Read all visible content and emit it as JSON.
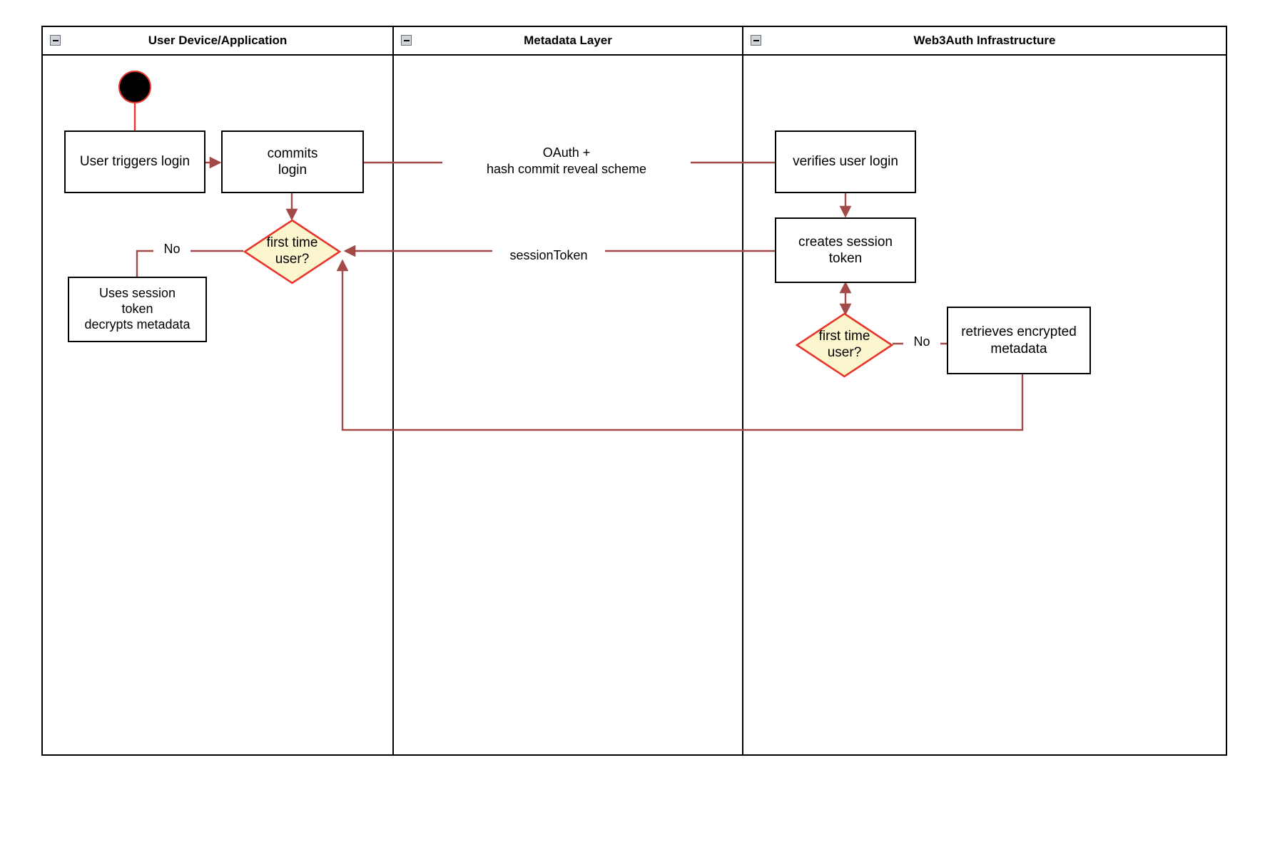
{
  "diagram": {
    "title": "Web3Auth login activity diagram",
    "colors": {
      "edge": "#a14a47",
      "decision_border": "#e8352b",
      "decision_fill": "#fbf6cd",
      "node_border": "#000000",
      "lane_border": "#000000",
      "start_fill": "#000000",
      "start_border": "#e8352b",
      "background": "#ffffff"
    },
    "lanes": [
      {
        "id": "user-device",
        "label": "User Device/Application",
        "collapse_icon": "collapse-minus-icon"
      },
      {
        "id": "metadata-layer",
        "label": "Metadata Layer",
        "collapse_icon": "collapse-minus-icon"
      },
      {
        "id": "web3auth",
        "label": "Web3Auth Infrastructure",
        "collapse_icon": "collapse-minus-icon"
      }
    ],
    "nodes": {
      "start": {
        "type": "start",
        "label": ""
      },
      "user_triggers_login": {
        "type": "action",
        "label": "User triggers login",
        "lane": "user-device"
      },
      "commits_login": {
        "type": "action",
        "label": "commits\nlogin",
        "lane": "user-device"
      },
      "first_time_user_left": {
        "type": "decision",
        "label": "first time\nuser?",
        "lane": "user-device"
      },
      "uses_session_token": {
        "type": "action",
        "label": "Uses session\ntoken\ndecrypts metadata",
        "lane": "user-device"
      },
      "verifies_user_login": {
        "type": "action",
        "label": "verifies user login",
        "lane": "web3auth"
      },
      "creates_session_token": {
        "type": "action",
        "label": "creates session\ntoken",
        "lane": "web3auth"
      },
      "first_time_user_right": {
        "type": "decision",
        "label": "first time\nuser?",
        "lane": "web3auth"
      },
      "retrieves_encrypted_metadata": {
        "type": "action",
        "label": "retrieves encrypted\nmetadata",
        "lane": "web3auth"
      }
    },
    "edge_labels": {
      "oauth": "OAuth +\nhash commit reveal scheme",
      "session_token": "sessionToken",
      "no_left": "No",
      "no_right": "No"
    }
  }
}
